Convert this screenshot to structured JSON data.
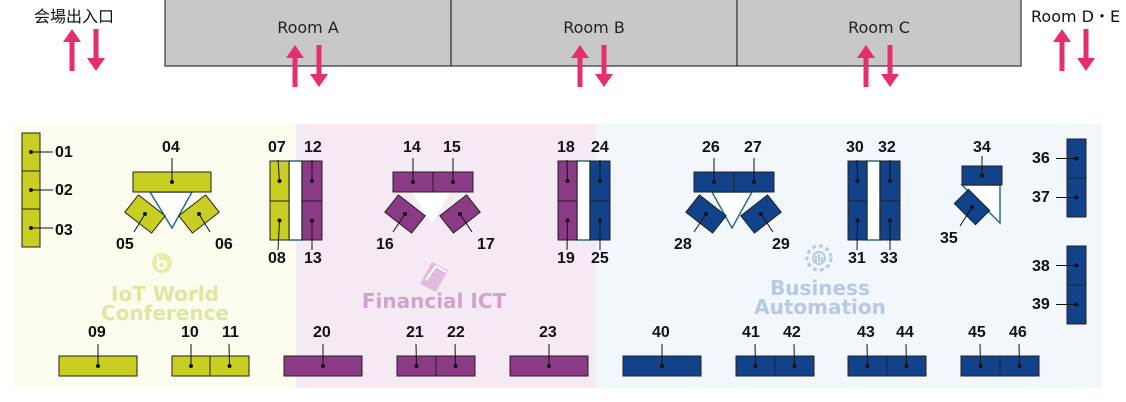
{
  "header": {
    "entrance_label": "会場出入口",
    "room_d_e_label": "Room D・E"
  },
  "rooms": [
    {
      "key": "a",
      "label": "Room A"
    },
    {
      "key": "b",
      "label": "Room B"
    },
    {
      "key": "c",
      "label": "Room C"
    }
  ],
  "zones": {
    "iot": {
      "title_line1": "IoT World",
      "title_line2": "Conference",
      "color": "#c9cf22",
      "bg": "#fbfbee"
    },
    "ict": {
      "title_line1": "Financial ICT",
      "color": "#8b3a86",
      "bg": "#f5e9f4"
    },
    "biz": {
      "title_line1": "Business",
      "title_line2": "Automation",
      "color": "#12428a",
      "bg": "#f2f7fc"
    }
  },
  "colors": {
    "arrow": "#e52e72",
    "room_fill": "#c8c8c8",
    "room_border": "#333333"
  },
  "booths": {
    "b01": "01",
    "b02": "02",
    "b03": "03",
    "b04": "04",
    "b05": "05",
    "b06": "06",
    "b07": "07",
    "b08": "08",
    "b09": "09",
    "b10": "10",
    "b11": "11",
    "b12": "12",
    "b13": "13",
    "b14": "14",
    "b15": "15",
    "b16": "16",
    "b17": "17",
    "b18": "18",
    "b19": "19",
    "b20": "20",
    "b21": "21",
    "b22": "22",
    "b23": "23",
    "b24": "24",
    "b25": "25",
    "b26": "26",
    "b27": "27",
    "b28": "28",
    "b29": "29",
    "b30": "30",
    "b31": "31",
    "b32": "32",
    "b33": "33",
    "b34": "34",
    "b35": "35",
    "b36": "36",
    "b37": "37",
    "b38": "38",
    "b39": "39",
    "b40": "40",
    "b41": "41",
    "b42": "42",
    "b43": "43",
    "b44": "44",
    "b45": "45",
    "b46": "46"
  }
}
